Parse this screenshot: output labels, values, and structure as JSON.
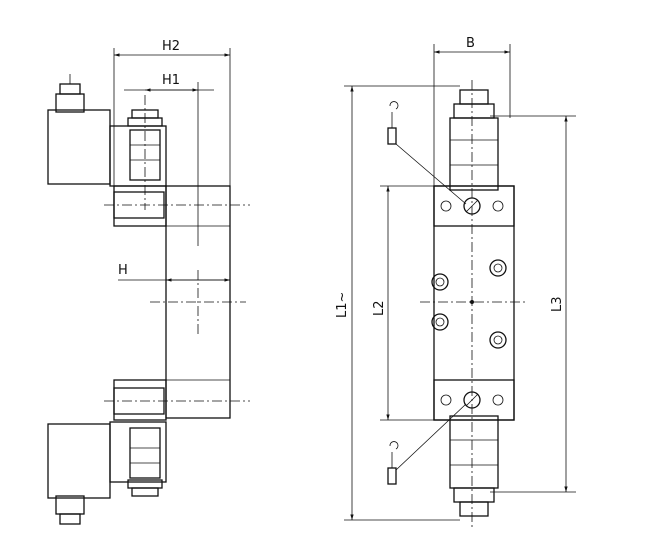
{
  "dimensions": {
    "h2": "H2",
    "h1": "H1",
    "h": "H",
    "b": "B",
    "l1": "L1~",
    "l2": "L2",
    "l3": "L3"
  }
}
